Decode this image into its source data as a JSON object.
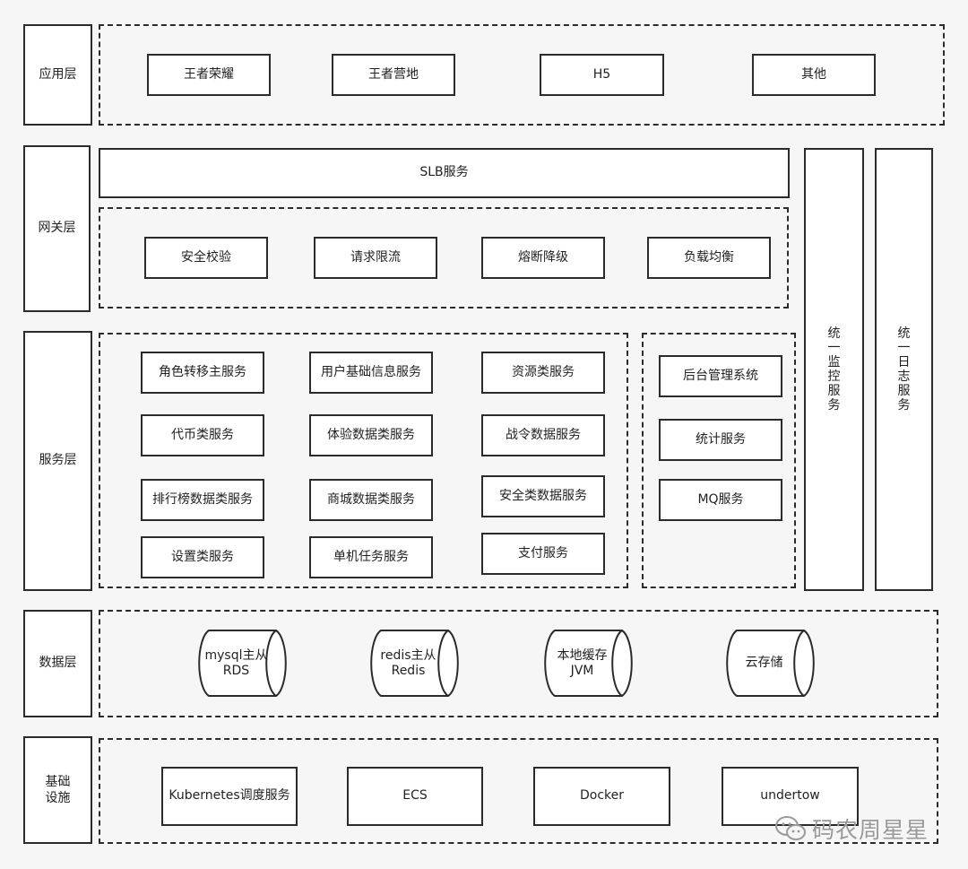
{
  "layers": {
    "app": "应用层",
    "gateway": "网关层",
    "service": "服务层",
    "data": "数据层",
    "infra": [
      "基础",
      "设施"
    ]
  },
  "app_items": [
    "王者荣耀",
    "王者营地",
    "H5",
    "其他"
  ],
  "slb": "SLB服务",
  "gateway_items": [
    "安全校验",
    "请求限流",
    "熔断降级",
    "负载均衡"
  ],
  "service_items": [
    "角色转移主服务",
    "用户基础信息服务",
    "资源类服务",
    "代币类服务",
    "体验数据类服务",
    "战令数据服务",
    "排行榜数据类服务",
    "商城数据类服务",
    "安全类数据服务",
    "设置类服务",
    "单机任务服务",
    "支付服务"
  ],
  "admin_items": [
    "后台管理系统",
    "统计服务",
    "MQ服务"
  ],
  "monitor": [
    "统",
    "一",
    "监",
    "控",
    "服",
    "务"
  ],
  "logging": [
    "统",
    "一",
    "日",
    "志",
    "服",
    "务"
  ],
  "data_items": [
    {
      "line1": "mysql主从",
      "line2": "RDS"
    },
    {
      "line1": "redis主从",
      "line2": "Redis"
    },
    {
      "line1": "本地缓存",
      "line2": "JVM"
    },
    {
      "line1": "云存储",
      "line2": ""
    }
  ],
  "infra_items": [
    "Kubernetes调度服务",
    "ECS",
    "Docker",
    "undertow"
  ],
  "watermark": "码农周星星",
  "icons": {
    "watermark_icon": "wechat-icon"
  }
}
